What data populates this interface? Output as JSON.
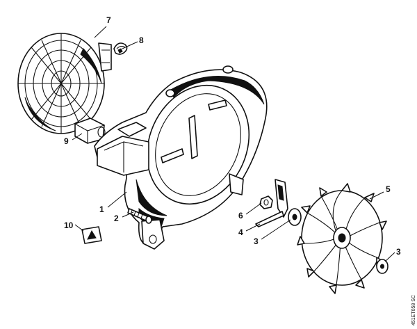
{
  "figure": {
    "drawing_code": "451ET058 SC"
  },
  "callouts": [
    {
      "id": "7",
      "label": "7",
      "part": "air intake grille"
    },
    {
      "id": "8",
      "label": "8",
      "part": "spring clip"
    },
    {
      "id": "9",
      "label": "9",
      "part": "mounting block"
    },
    {
      "id": "1",
      "label": "1",
      "part": "fan housing"
    },
    {
      "id": "2",
      "label": "2",
      "part": "screw"
    },
    {
      "id": "10",
      "label": "10",
      "part": "warning label"
    },
    {
      "id": "6",
      "label": "6",
      "part": "nut"
    },
    {
      "id": "4",
      "label": "4",
      "part": "magneto key"
    },
    {
      "id": "3a",
      "label": "3",
      "part": "washer"
    },
    {
      "id": "5",
      "label": "5",
      "part": "fan wheel"
    },
    {
      "id": "3b",
      "label": "3",
      "part": "washer"
    }
  ]
}
